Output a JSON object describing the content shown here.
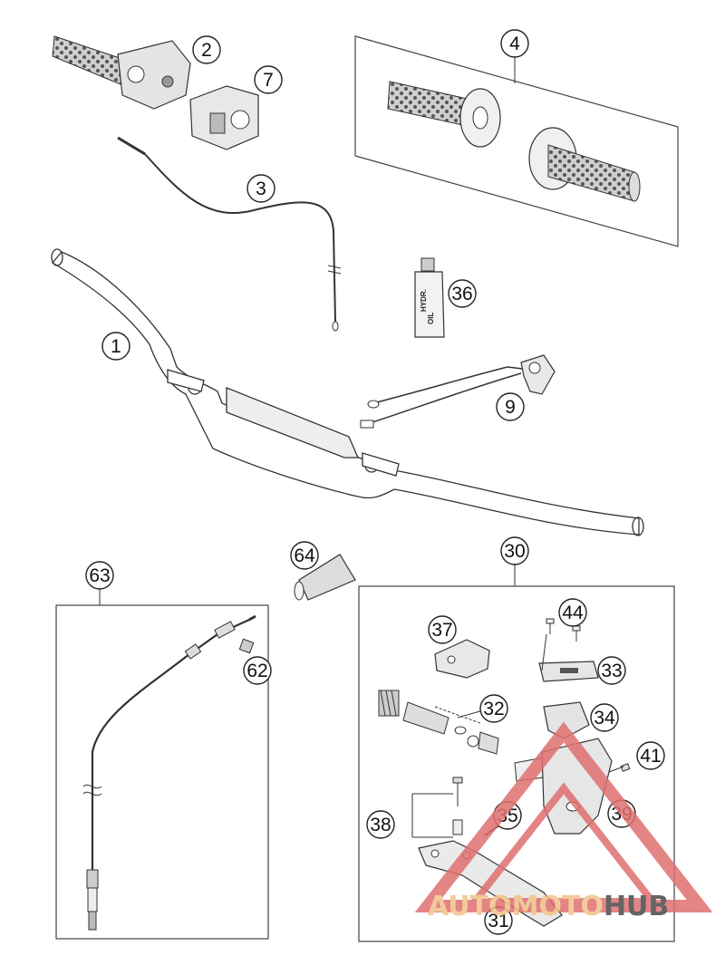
{
  "callouts": [
    {
      "id": "c1",
      "label": "1"
    },
    {
      "id": "c2",
      "label": "2"
    },
    {
      "id": "c3",
      "label": "3"
    },
    {
      "id": "c4",
      "label": "4"
    },
    {
      "id": "c7",
      "label": "7"
    },
    {
      "id": "c9",
      "label": "9"
    },
    {
      "id": "c30",
      "label": "30"
    },
    {
      "id": "c31",
      "label": "31"
    },
    {
      "id": "c32",
      "label": "32"
    },
    {
      "id": "c33",
      "label": "33"
    },
    {
      "id": "c34",
      "label": "34"
    },
    {
      "id": "c35",
      "label": "35"
    },
    {
      "id": "c36",
      "label": "36"
    },
    {
      "id": "c37",
      "label": "37"
    },
    {
      "id": "c38",
      "label": "38"
    },
    {
      "id": "c39",
      "label": "39"
    },
    {
      "id": "c41",
      "label": "41"
    },
    {
      "id": "c44",
      "label": "44"
    },
    {
      "id": "c62",
      "label": "62"
    },
    {
      "id": "c63",
      "label": "63"
    },
    {
      "id": "c64",
      "label": "64"
    }
  ],
  "oil_bottle_label": {
    "line1": "HYDR.",
    "line2": "OIL"
  },
  "watermark": {
    "part1": "AUTOMOTO",
    "part2": "HUB",
    "color_accent": "#f2c38a",
    "color_dark": "#4a4a4a",
    "triangle_color": "#e07070"
  }
}
